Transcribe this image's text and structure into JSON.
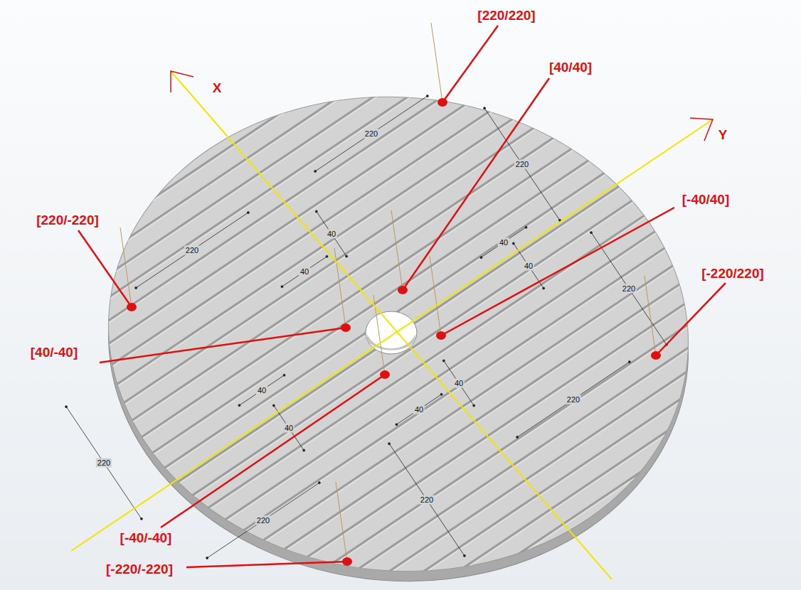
{
  "diagram": {
    "labels": [
      "X",
      "Y",
      "[220/220]",
      "[40/40]",
      "[-40/40]",
      "[220/-220]",
      "[-220/220]",
      "[40/-40]",
      "[-40/-40]",
      "[-220/-220]",
      "220",
      "220",
      "220",
      "220",
      "220",
      "220",
      "220",
      "220",
      "40",
      "40",
      "40",
      "40",
      "40",
      "40",
      "40",
      "40"
    ]
  }
}
